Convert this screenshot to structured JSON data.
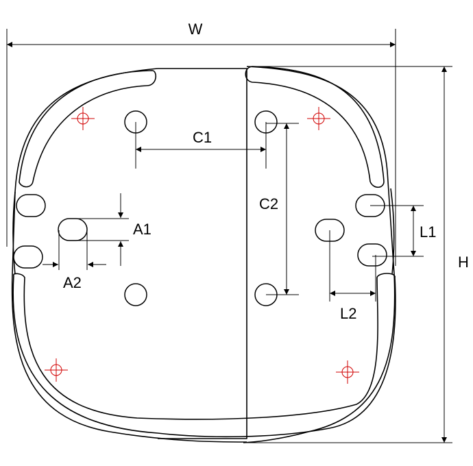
{
  "labels": {
    "width": "W",
    "height": "H",
    "c1": "C1",
    "c2": "C2",
    "a1": "A1",
    "a2": "A2",
    "l1": "L1",
    "l2": "L2"
  },
  "colors": {
    "outline": "#000000",
    "reference_mark": "#d10000",
    "background": "#ffffff"
  }
}
